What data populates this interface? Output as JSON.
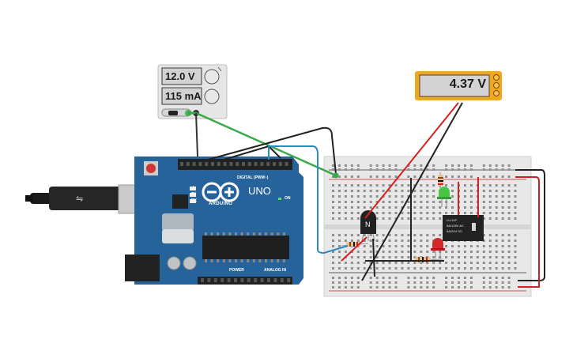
{
  "power_supply": {
    "voltage": "12.0 V",
    "current": "115 mA"
  },
  "multimeter": {
    "reading": "4.37 V"
  },
  "arduino": {
    "brand": "ARDUINO",
    "model": "UNO",
    "on_label": "ON",
    "digital_label": "DIGITAL (PWM~)",
    "power_label": "POWER",
    "analog_label": "ANALOG IN",
    "led_labels": [
      "L",
      "TX",
      "RX"
    ]
  },
  "transistor": {
    "label": "N"
  },
  "relay": {
    "lines": [
      "LU-5-R",
      "5A/125V AC",
      "5A/24V DC"
    ]
  },
  "colors": {
    "board": "#27639b",
    "wire_red": "#d42020",
    "wire_black": "#222222",
    "wire_green": "#3aaa49",
    "wire_blue": "#2c8bc0",
    "meter_frame": "#f0a81c",
    "led_green": "#47c545",
    "led_red": "#d22a2a"
  }
}
